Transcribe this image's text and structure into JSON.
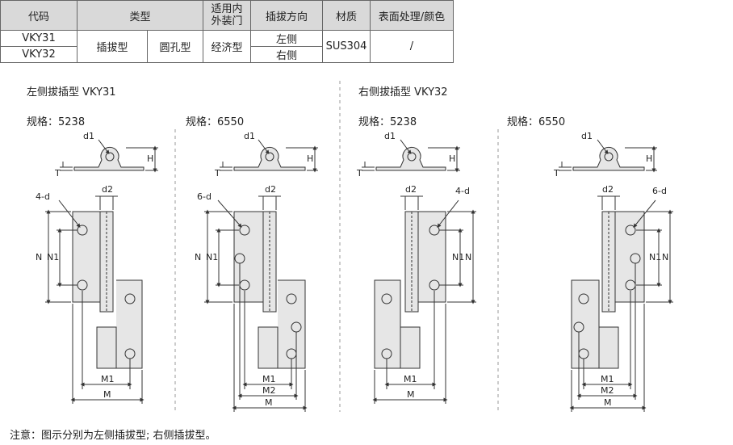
{
  "table": {
    "headers": {
      "code": "代码",
      "type": "类型",
      "scope": "适用内外装门",
      "direction": "插拔方向",
      "material": "材质",
      "surface": "表面处理/颜色"
    },
    "scope_line1": "适用内",
    "scope_line2": "外装门",
    "rows": [
      {
        "code": "VKY31",
        "direction": "左侧"
      },
      {
        "code": "VKY32",
        "direction": "右侧"
      }
    ],
    "type1": "插拔型",
    "type2": "圆孔型",
    "scope": "经济型",
    "material": "SUS304",
    "surface": "/"
  },
  "sections": {
    "left_title": "左侧拔插型  VKY31",
    "right_title": "右侧拔插型  VKY32",
    "spec_5238": "规格：5238",
    "spec_6550": "规格：6550"
  },
  "dims": {
    "d1": "d1",
    "d2": "d2",
    "H": "H",
    "T": "T",
    "N": "N",
    "N1": "N1",
    "M": "M",
    "M1": "M1",
    "M2": "M2",
    "holes4": "4-d",
    "holes6": "6-d"
  },
  "note": "注意：图示分别为左侧插拔型; 右侧插拔型。",
  "colors": {
    "part_fill": "#e6e6e6",
    "line": "#333333",
    "header_bg": "#d9d9d9"
  }
}
